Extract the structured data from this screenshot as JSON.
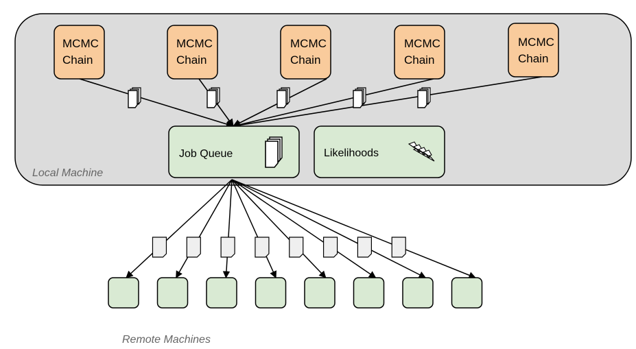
{
  "local_machine": {
    "label": "Local Machine"
  },
  "remote_group": {
    "label": "Remote Machines"
  },
  "mcmc_chains": [
    {
      "line1": "MCMC",
      "line2": "Chain"
    },
    {
      "line1": "MCMC",
      "line2": "Chain"
    },
    {
      "line1": "MCMC",
      "line2": "Chain"
    },
    {
      "line1": "MCMC",
      "line2": "Chain"
    },
    {
      "line1": "MCMC",
      "line2": "Chain"
    }
  ],
  "job_queue": {
    "label": "Job Queue",
    "icon": "document-stack-icon"
  },
  "likelihoods": {
    "label": "Likelihoods",
    "icon": "lightning-bolts-icon"
  },
  "remote_machine_count": 8,
  "colors": {
    "local_bg": "#dcdcdc",
    "chain_fill": "#f9cb9c",
    "queue_fill": "#d9ead3",
    "remote_fill": "#d9ead3",
    "doc_fill": "#ffffff",
    "doc_fill_remote": "#efefef",
    "stroke": "#000000",
    "caption": "#666666"
  }
}
